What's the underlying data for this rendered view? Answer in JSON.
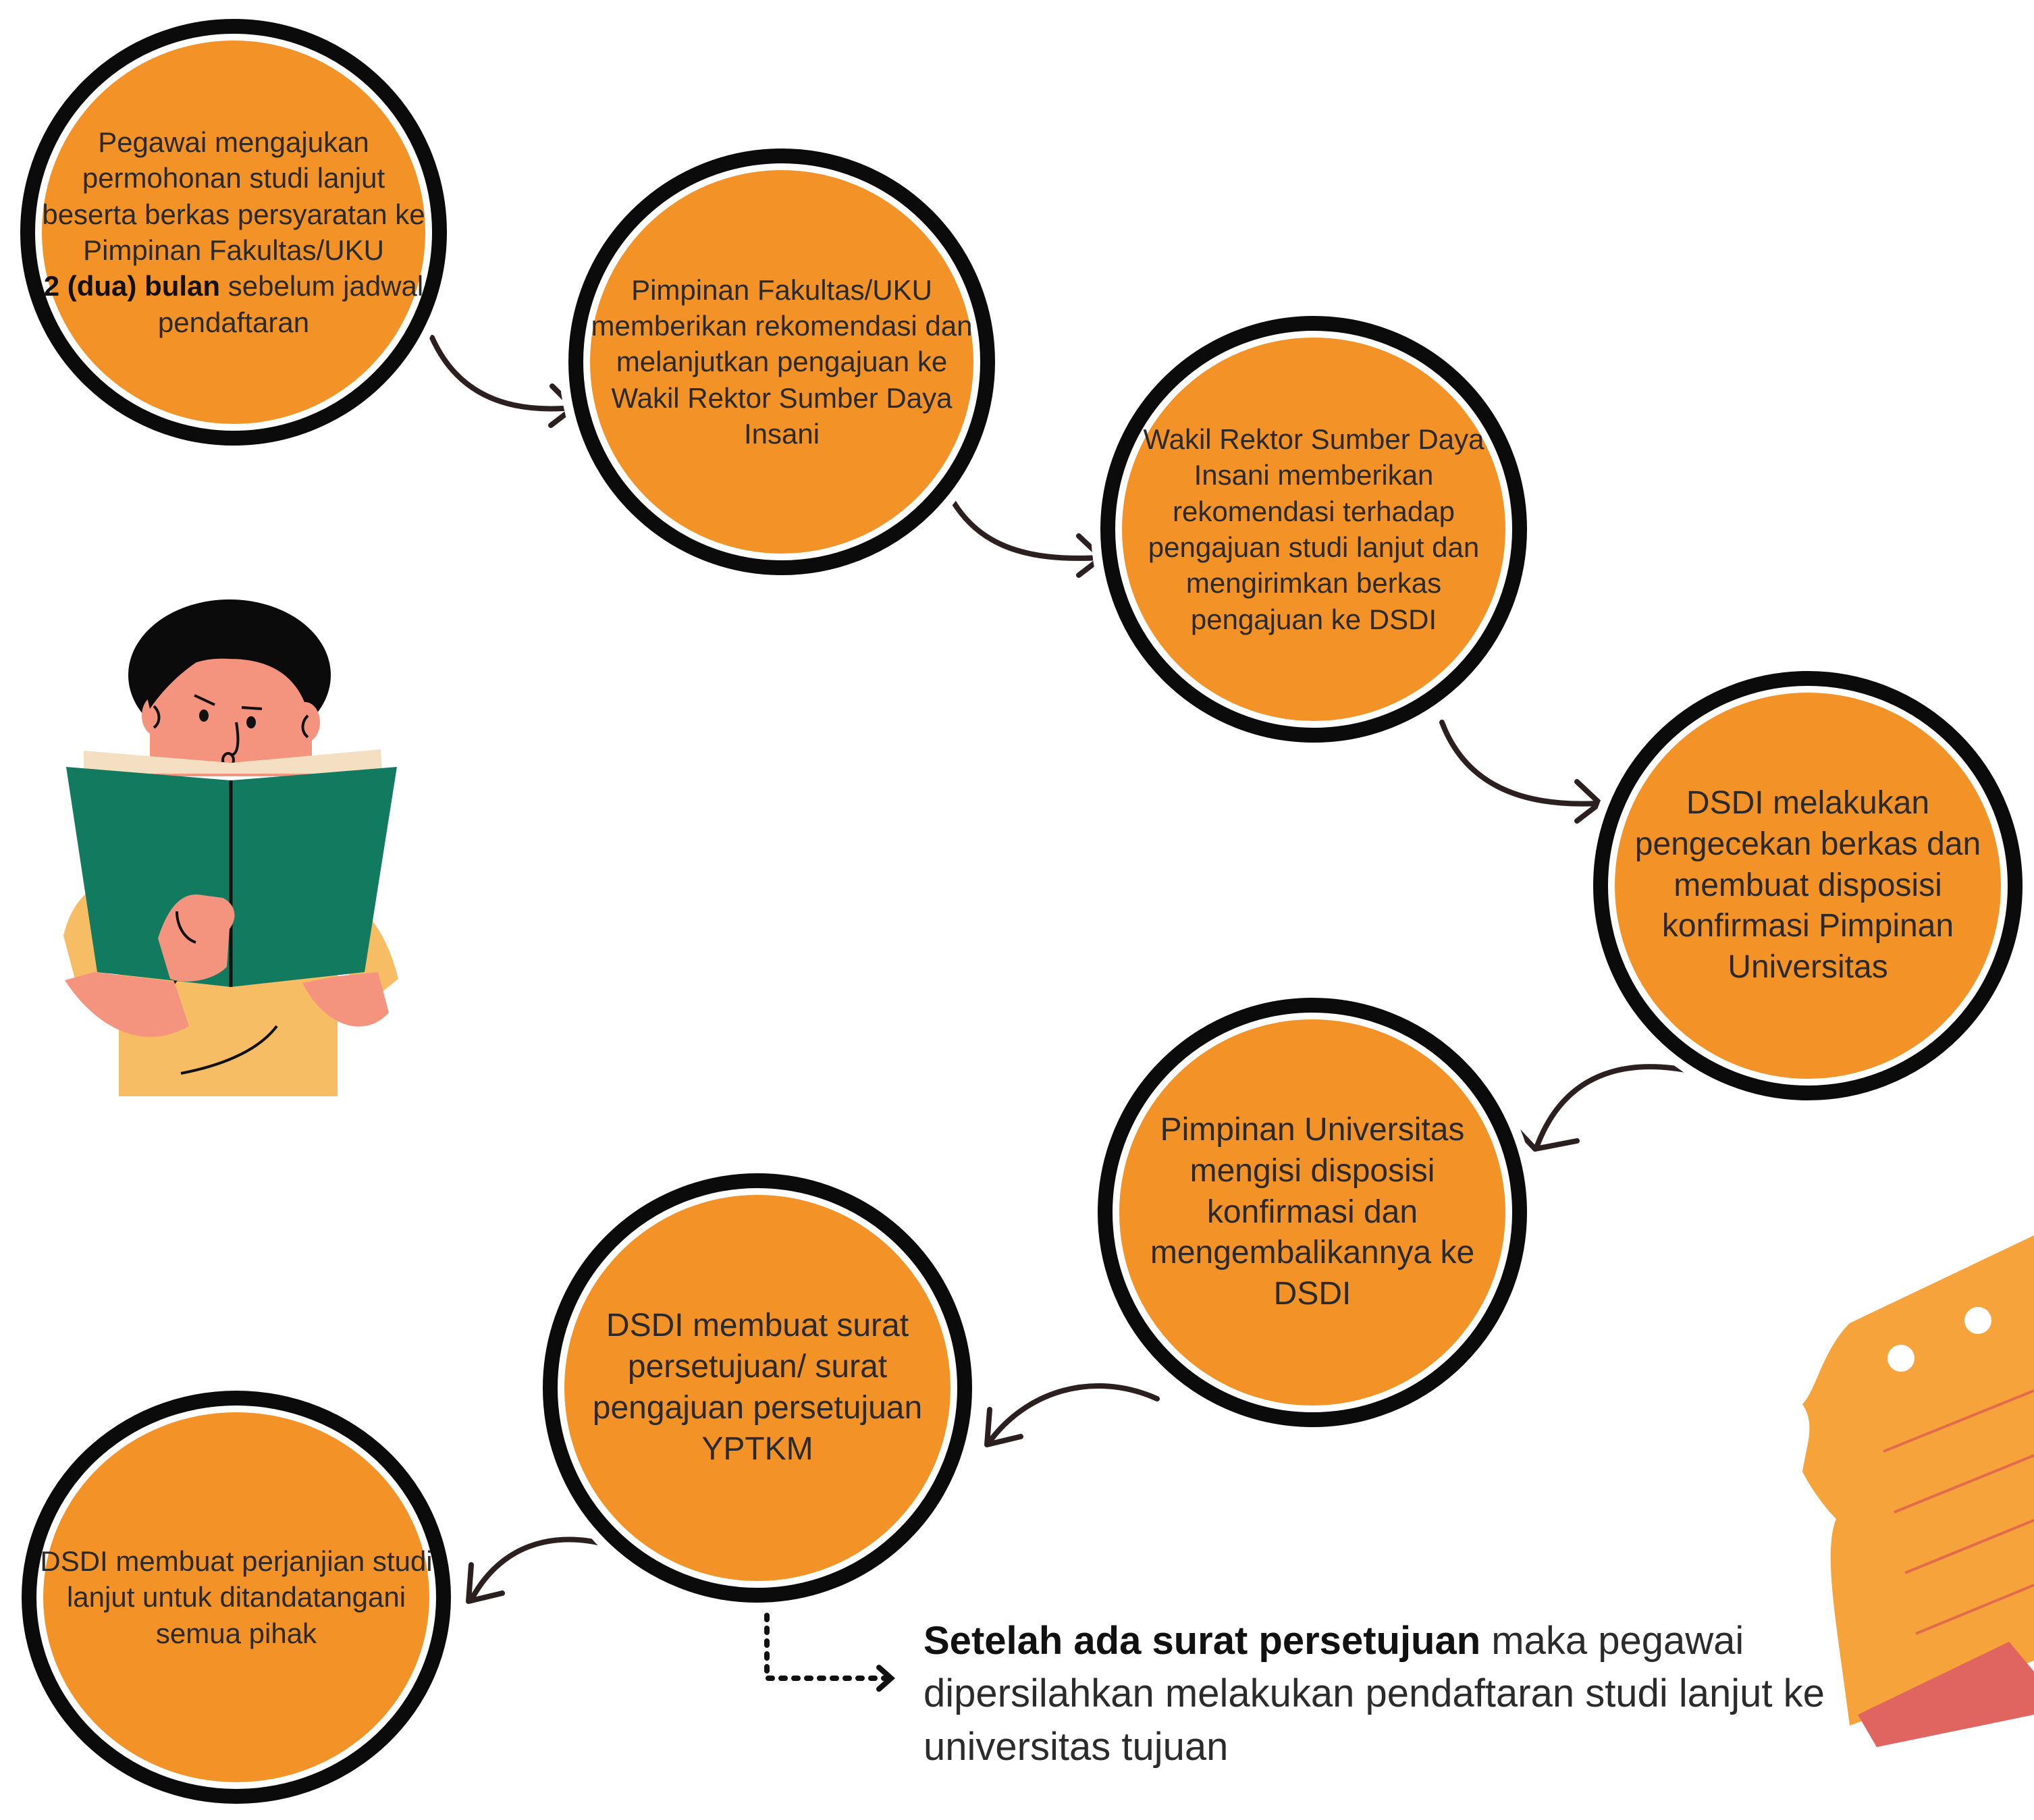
{
  "steps": [
    {
      "lead": "Pegawai mengajukan permohonan studi lanjut beserta berkas persyaratan ke Pimpinan Fakultas/UKU",
      "bold": "2 (dua) bulan",
      "tail": " sebelum jadwal pendaftaran"
    },
    {
      "text": "Pimpinan Fakultas/UKU memberikan rekomendasi dan melanjutkan pengajuan ke Wakil Rektor Sumber Daya Insani"
    },
    {
      "text": "Wakil Rektor Sumber Daya Insani memberikan rekomendasi terhadap pengajuan studi lanjut dan mengirimkan berkas pengajuan ke DSDI"
    },
    {
      "text": "DSDI melakukan pengecekan berkas dan membuat disposisi konfirmasi Pimpinan Universitas"
    },
    {
      "text": "Pimpinan Universitas mengisi disposisi konfirmasi dan mengembalikannya ke DSDI"
    },
    {
      "text": "DSDI membuat surat persetujuan/ surat pengajuan persetujuan YPTKM"
    },
    {
      "text": "DSDI membuat perjanjian studi lanjut untuk ditandatangani semua pihak"
    }
  ],
  "note": {
    "bold": "Setelah ada surat persetujuan",
    "rest": " maka pegawai dipersilahkan melakukan pendaftaran studi lanjut ke universitas tujuan"
  },
  "colors": {
    "circle_fill": "#f39227",
    "ring": "#0b0b0b",
    "arrow": "#2b1f1f",
    "book": "#127a5e",
    "shirt": "#f6bd65",
    "skin": "#f4937e",
    "paper": "#f5a33a"
  },
  "icons": [
    "student-reading-illustration",
    "notepad-illustration"
  ]
}
